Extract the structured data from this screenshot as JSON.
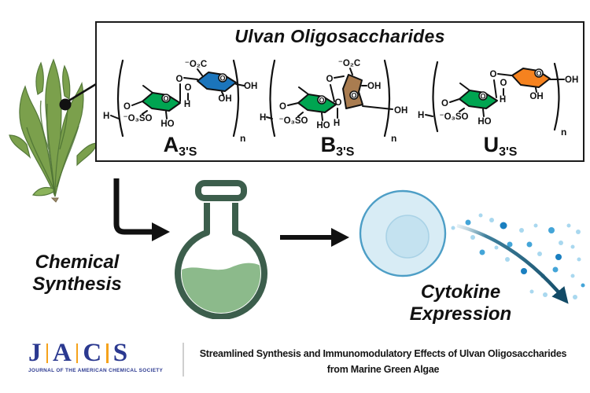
{
  "panel": {
    "title": "Ulvan Oligosaccharides",
    "structures": [
      {
        "label": "A",
        "label_sub": "3'S",
        "h_left": "H",
        "o_left": "O",
        "sulfate": "⁻O₃SO",
        "ho": "HO",
        "ring_o": "O",
        "glyco_o": "O",
        "o_bridge": "O",
        "h_bridge": "H",
        "carboxylate": "⁻O₂C",
        "ring_o2": "O",
        "oh_inner": "OH",
        "oh_end": "OH",
        "repeat": "n"
      },
      {
        "label": "B",
        "label_sub": "3'S",
        "h_left": "H",
        "o_left": "O",
        "sulfate": "⁻O₃SO",
        "ho": "HO",
        "ring_o": "O",
        "glyco_o": "O",
        "o_bridge": "O",
        "h_bridge": "H",
        "carboxylate": "⁻O₂C",
        "ring_o2": "O",
        "oh_inner": "OH",
        "oh_end": "OH",
        "repeat": "n"
      },
      {
        "label": "U",
        "label_sub": "3'S",
        "h_left": "H",
        "o_left": "O",
        "sulfate": "⁻O₃SO",
        "ho": "HO",
        "ring_o": "O",
        "glyco_o": "O",
        "o_bridge": "O",
        "h_bridge": "H",
        "ring_o2": "O",
        "oh_inner": "OH",
        "oh_end": "OH",
        "repeat": "n"
      }
    ]
  },
  "left_label": {
    "line1": "Chemical",
    "line2": "Synthesis"
  },
  "right_label": {
    "line1": "Cytokine",
    "line2": "Expression"
  },
  "footer": {
    "logo": {
      "letters": [
        "J",
        "A",
        "C",
        "S"
      ],
      "tagline": "JOURNAL OF THE AMERICAN CHEMICAL SOCIETY"
    },
    "title_line1": "Streamlined Synthesis and Immunomodulatory Effects of Ulvan Oligosaccharides",
    "title_line2": "from Marine Green Algae"
  },
  "colors": {
    "ring_green": "#00a551",
    "ring_blue": "#1b75bc",
    "ring_brown": "#a97c50",
    "ring_orange": "#f5821f",
    "flask_outline": "#3c5e4c",
    "flask_liquid": "#8cba8b",
    "cell_fill": "#d8ecf5",
    "cell_border": "#4d9ec6",
    "nucleus_fill": "#c4e2f0",
    "cytokine_arrow": "#124a66",
    "dot_light": "#a9d8ef",
    "dot_medium": "#44a5d8",
    "dot_dark": "#1a7fc0",
    "algae_green": "#7ba04c",
    "jacs_navy": "#2b3990",
    "jacs_gold": "#f5a21b"
  }
}
